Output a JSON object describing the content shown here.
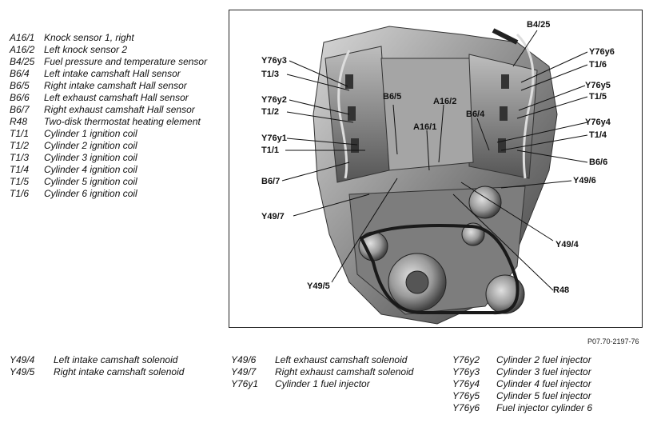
{
  "legend_top": [
    {
      "code": "A16/1",
      "desc": "Knock sensor 1, right"
    },
    {
      "code": "A16/2",
      "desc": "Left knock sensor 2"
    },
    {
      "code": "B4/25",
      "desc": "Fuel pressure and temperature sensor"
    },
    {
      "code": "B6/4",
      "desc": "Left intake camshaft Hall sensor"
    },
    {
      "code": "B6/5",
      "desc": "Right intake camshaft Hall sensor"
    },
    {
      "code": "B6/6",
      "desc": "Left exhaust camshaft Hall sensor"
    },
    {
      "code": "B6/7",
      "desc": "Right exhaust camshaft Hall sensor"
    },
    {
      "code": "R48",
      "desc": "Two-disk thermostat heating element"
    },
    {
      "code": "T1/1",
      "desc": "Cylinder 1 ignition coil"
    },
    {
      "code": "T1/2",
      "desc": "Cylinder 2 ignition coil"
    },
    {
      "code": "T1/3",
      "desc": "Cylinder 3 ignition coil"
    },
    {
      "code": "T1/4",
      "desc": "Cylinder 4 ignition coil"
    },
    {
      "code": "T1/5",
      "desc": "Cylinder 5 ignition coil"
    },
    {
      "code": "T1/6",
      "desc": "Cylinder 6 ignition coil"
    }
  ],
  "legend_bottom": [
    [
      {
        "code": "Y49/4",
        "desc": "Left intake camshaft solenoid"
      },
      {
        "code": "Y49/5",
        "desc": "Right intake camshaft solenoid"
      }
    ],
    [
      {
        "code": "Y49/6",
        "desc": "Left exhaust camshaft solenoid"
      },
      {
        "code": "Y49/7",
        "desc": "Right exhaust camshaft solenoid"
      },
      {
        "code": "Y76y1",
        "desc": "Cylinder 1 fuel injector"
      }
    ],
    [
      {
        "code": "Y76y2",
        "desc": "Cylinder 2 fuel injector"
      },
      {
        "code": "Y76y3",
        "desc": "Cylinder 3 fuel injector"
      },
      {
        "code": "Y76y4",
        "desc": "Cylinder 4 fuel injector"
      },
      {
        "code": "Y76y5",
        "desc": "Cylinder 5 fuel injector"
      },
      {
        "code": "Y76y6",
        "desc": "Fuel injector cylinder 6"
      }
    ]
  ],
  "figure_labels": {
    "b4_25": "B4/25",
    "y76y6": "Y76y6",
    "t1_6": "T1/6",
    "y76y5": "Y76y5",
    "t1_5": "T1/5",
    "y76y4": "Y76y4",
    "t1_4": "T1/4",
    "b6_6": "B6/6",
    "y49_6": "Y49/6",
    "y49_4": "Y49/4",
    "r48": "R48",
    "y49_5": "Y49/5",
    "y49_7": "Y49/7",
    "b6_7": "B6/7",
    "t1_1": "T1/1",
    "y76y1": "Y76y1",
    "t1_2": "T1/2",
    "y76y2": "Y76y2",
    "t1_3": "T1/3",
    "y76y3": "Y76y3",
    "b6_5": "B6/5",
    "a16_2": "A16/2",
    "a16_1": "A16/1",
    "b6_4": "B6/4"
  },
  "figure_ref": "P07.70-2197-76"
}
